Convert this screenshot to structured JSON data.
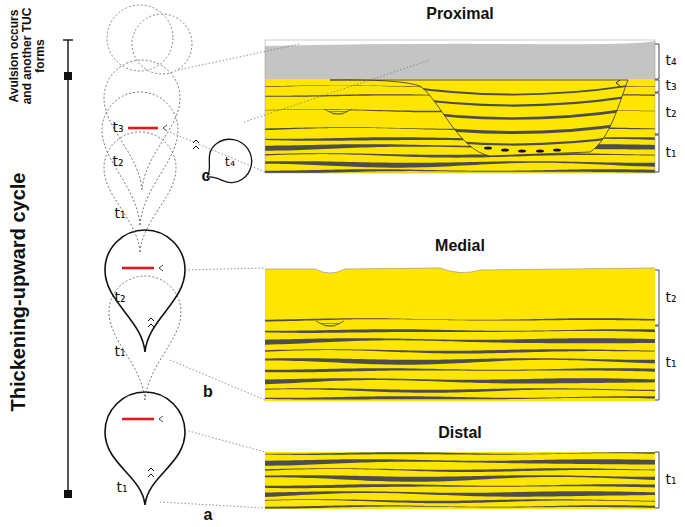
{
  "diagram": {
    "labels": [
      "Proximal",
      "t₄",
      "t₃",
      "t₂",
      "t₁",
      "t₄",
      "c",
      "t₃",
      "t₂",
      "t₁",
      "Avulsion occurs and another TUC forms",
      "Thickening-upward cycle",
      "Medial",
      "t₂",
      "t₁",
      "b",
      "t₂",
      "t₁",
      "Distal",
      "t₁",
      "a",
      "t₁"
    ]
  }
}
